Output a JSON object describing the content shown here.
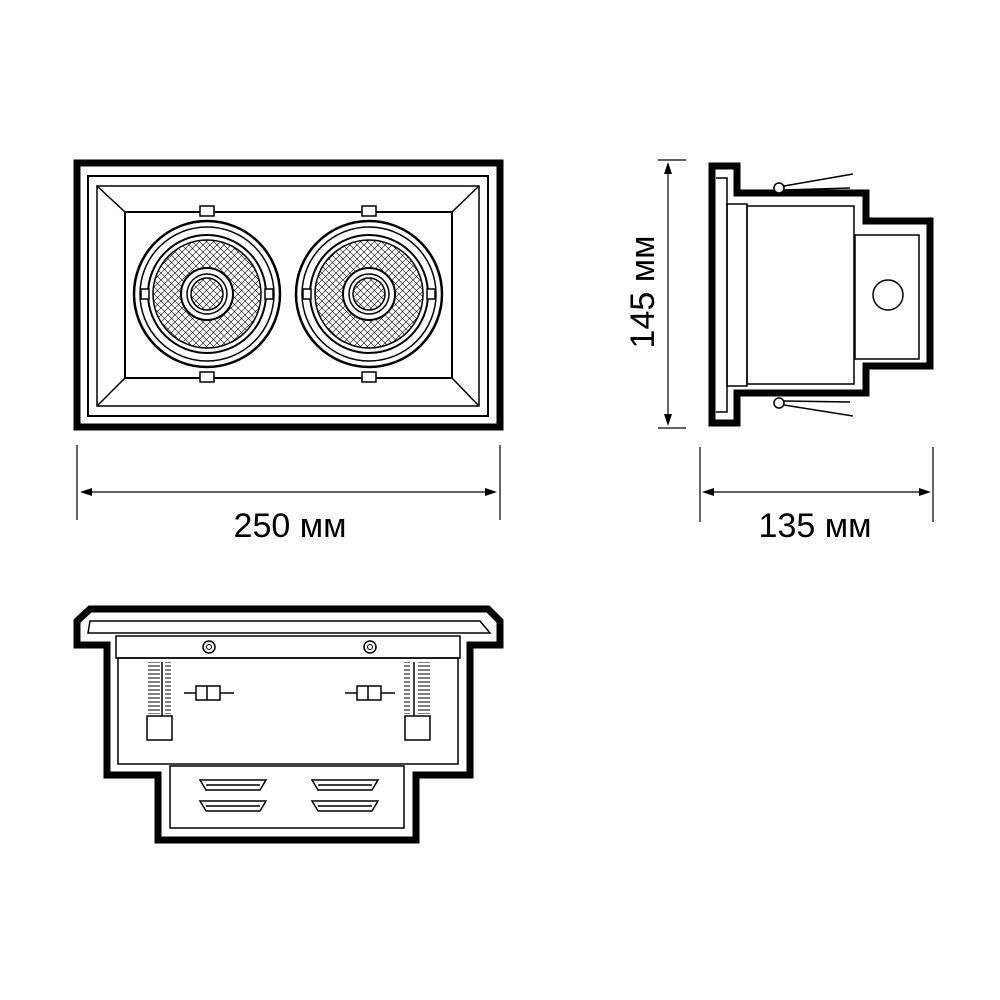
{
  "dimensions": {
    "width": "250 мм",
    "height": "145 мм",
    "depth": "135 мм"
  },
  "colors": {
    "line": "#000000",
    "background": "#ffffff"
  }
}
